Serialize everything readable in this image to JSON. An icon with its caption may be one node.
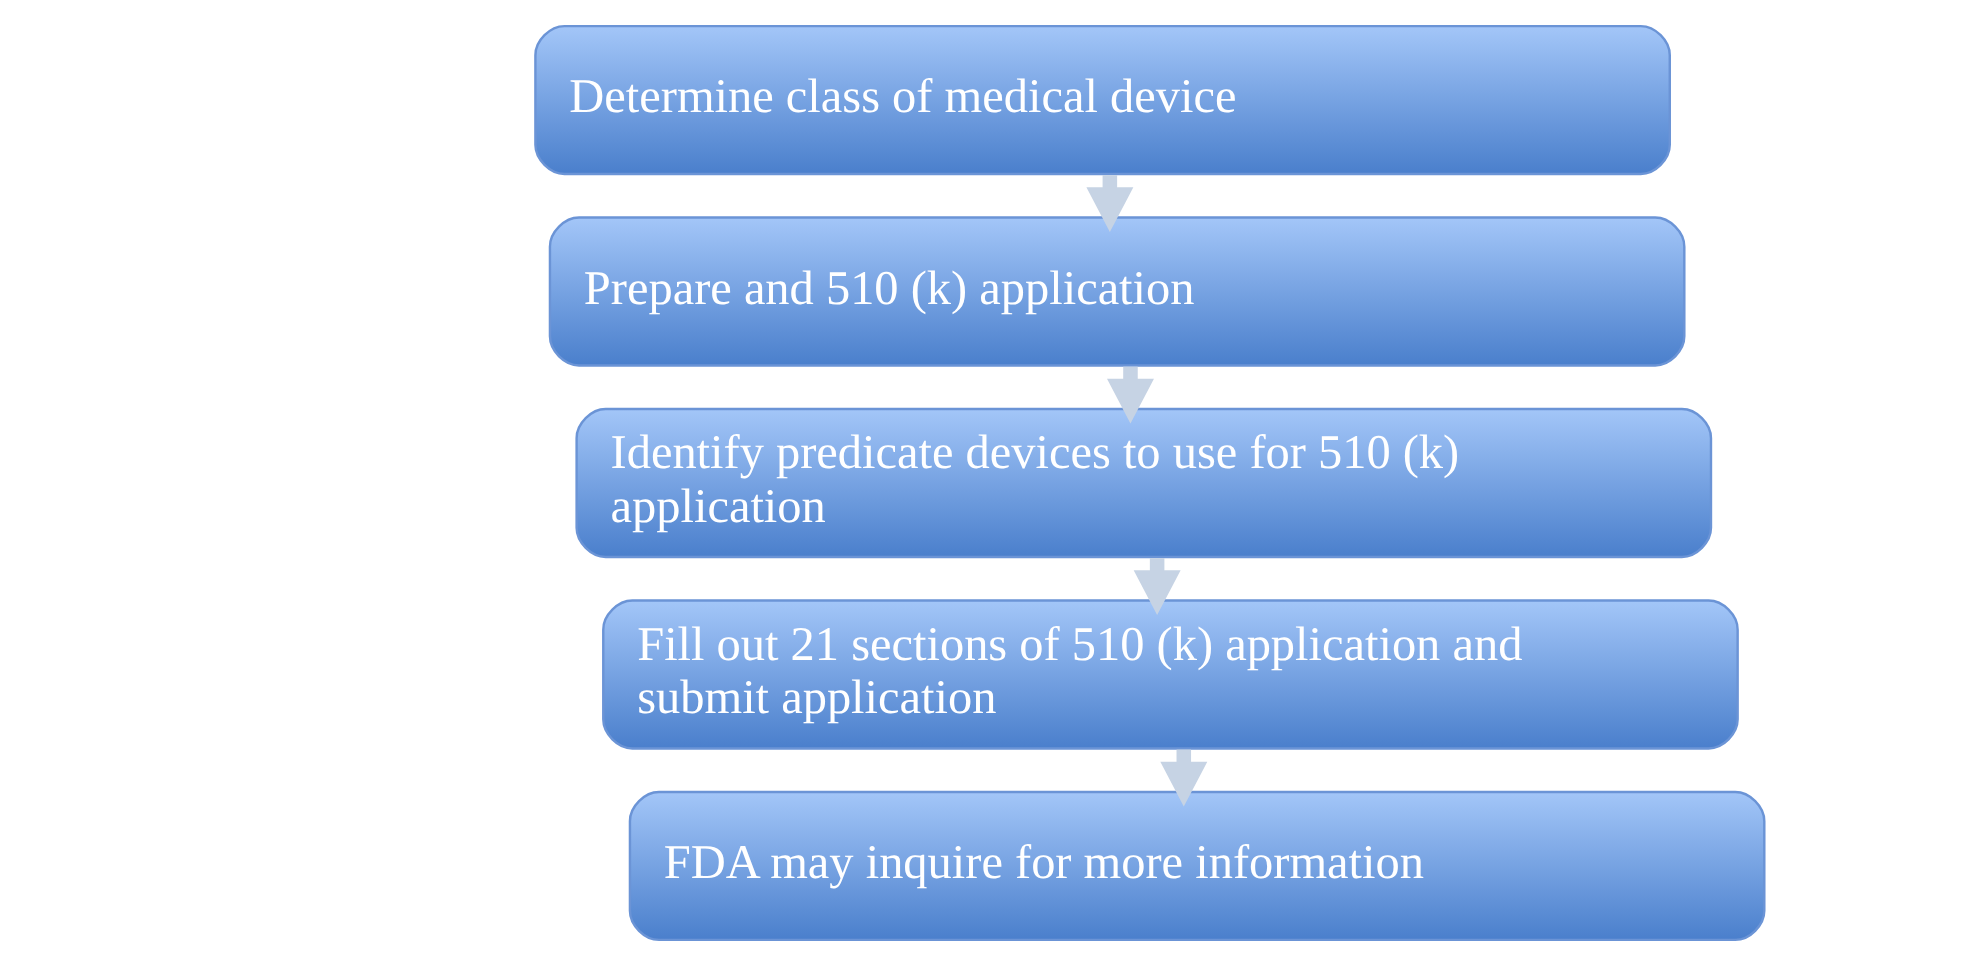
{
  "diagram": {
    "nodes": [
      {
        "text": [
          "Determine class of medical device"
        ]
      },
      {
        "text": [
          "Prepare and 510 (k) application"
        ]
      },
      {
        "text": [
          "Identify predicate devices to use for 510 (k) application"
        ]
      },
      {
        "text": [
          "Fill out 21 sections of 510 (k) application and submit application"
        ]
      },
      {
        "text": [
          "FDA may inquire for more information"
        ]
      }
    ],
    "edges": [
      {
        "from": 0,
        "to": 1,
        "arrow": "to"
      },
      {
        "from": 1,
        "to": 2,
        "arrow": "to"
      },
      {
        "from": 2,
        "to": 3,
        "arrow": "to"
      },
      {
        "from": 3,
        "to": 4,
        "arrow": "to"
      }
    ]
  }
}
